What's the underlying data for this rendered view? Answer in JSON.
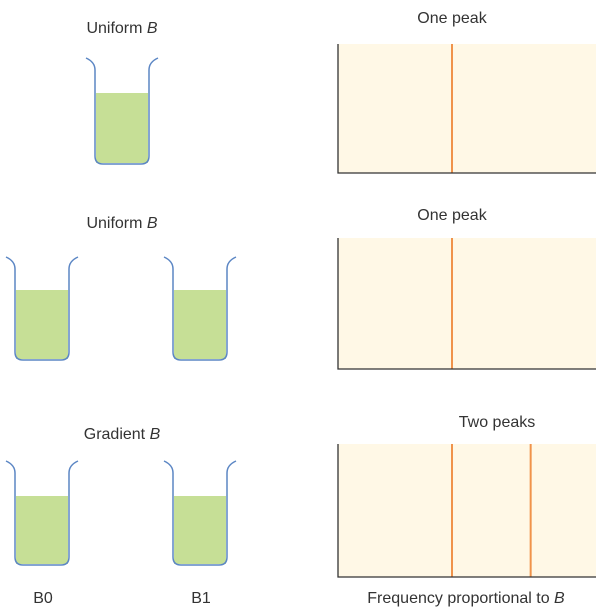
{
  "colors": {
    "liquid": "#c6df96",
    "beaker_outline": "#5b86c4",
    "spectrum_bg": "#fff8e6",
    "peak_line": "#f0934b",
    "axis": "#333333"
  },
  "rows": [
    {
      "left_label": {
        "text": "Uniform ",
        "var": "B"
      },
      "right_label": "One peak",
      "peak_positions": [
        0.5
      ]
    },
    {
      "left_label": {
        "text": "Uniform ",
        "var": "B"
      },
      "right_label": "One peak",
      "peak_positions": [
        0.5
      ]
    },
    {
      "left_label": {
        "text": "Gradient ",
        "var": "B"
      },
      "right_label": "Two peaks",
      "peak_positions": [
        0.5,
        0.845
      ]
    }
  ],
  "bottom": {
    "b0": "B0",
    "b1": "B1",
    "axis_text": "Frequency proportional to ",
    "axis_var": "B"
  }
}
